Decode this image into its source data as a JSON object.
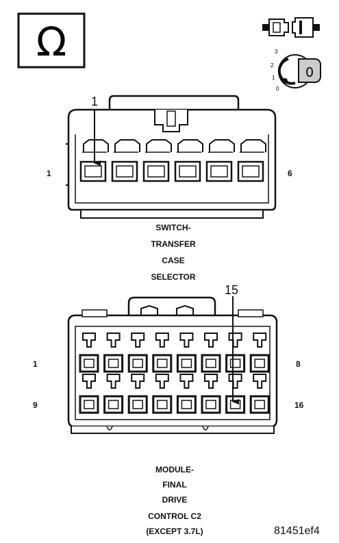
{
  "ohm_symbol": "Ω",
  "key_switch": {
    "positions": [
      "3",
      "2",
      "1",
      "0"
    ],
    "key_label": "0"
  },
  "connector_top": {
    "callout": "1",
    "pin_left": "1",
    "pin_right": "6",
    "caption": [
      "SWITCH-",
      "TRANSFER",
      "CASE",
      "SELECTOR"
    ]
  },
  "connector_bottom": {
    "callout": "15",
    "pin_top_left": "1",
    "pin_top_right": "8",
    "pin_bottom_left": "9",
    "pin_bottom_right": "16",
    "caption": [
      "MODULE-",
      "FINAL",
      "DRIVE",
      "CONTROL C2",
      "(EXCEPT 3.7L)"
    ]
  },
  "figure_id": "81451ef4"
}
